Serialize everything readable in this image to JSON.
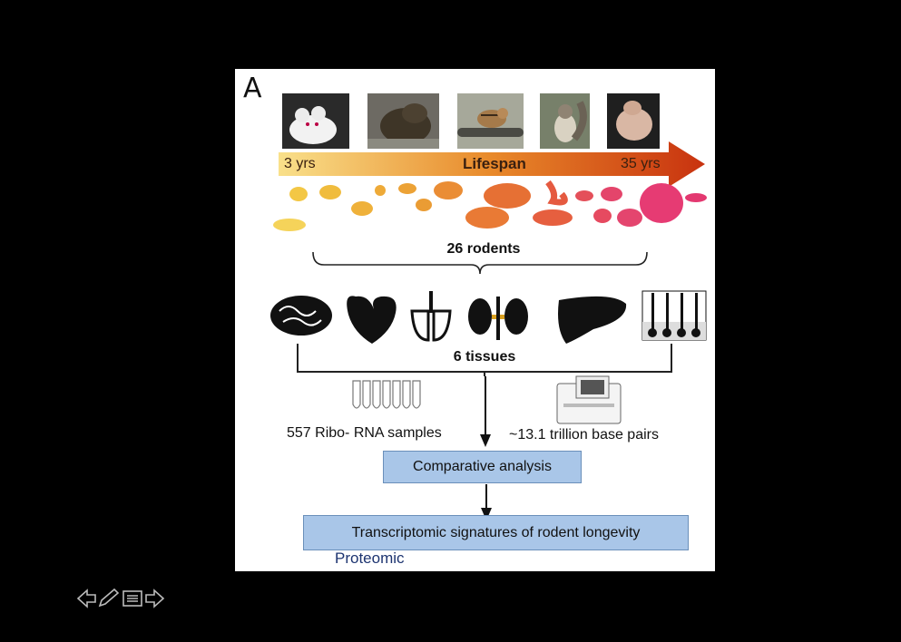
{
  "slide": {
    "panel_letter": "A",
    "lifespan": {
      "min_label": "3 yrs",
      "title": "Lifespan",
      "max_label": "35 yrs",
      "photos": [
        "mouse-photo",
        "beaver-photo",
        "chipmunk-photo",
        "squirrel-photo",
        "naked-mole-rat-photo"
      ]
    },
    "rodents_label": "26 rodents",
    "tissues": [
      "brain-icon",
      "heart-icon",
      "lung-icon",
      "kidney-icon",
      "liver-icon",
      "skin-icon"
    ],
    "tissues_label": "6 tissues",
    "samples_label": "557 Ribo- RNA samples",
    "basepairs_label": "~13.1 trillion base pairs",
    "comparative_box": "Comparative analysis",
    "signatures_box": "Transcriptomic signatures of rodent longevity",
    "proteomic_label": "Proteomic",
    "colors": {
      "gradient_start": "#f9e08a",
      "gradient_mid": "#e8892a",
      "gradient_end": "#c8320f",
      "box_fill": "#a9c6e8"
    }
  },
  "navigation": {
    "icons": [
      "previous-arrow-icon",
      "pen-icon",
      "menu-icon",
      "next-arrow-icon"
    ]
  }
}
